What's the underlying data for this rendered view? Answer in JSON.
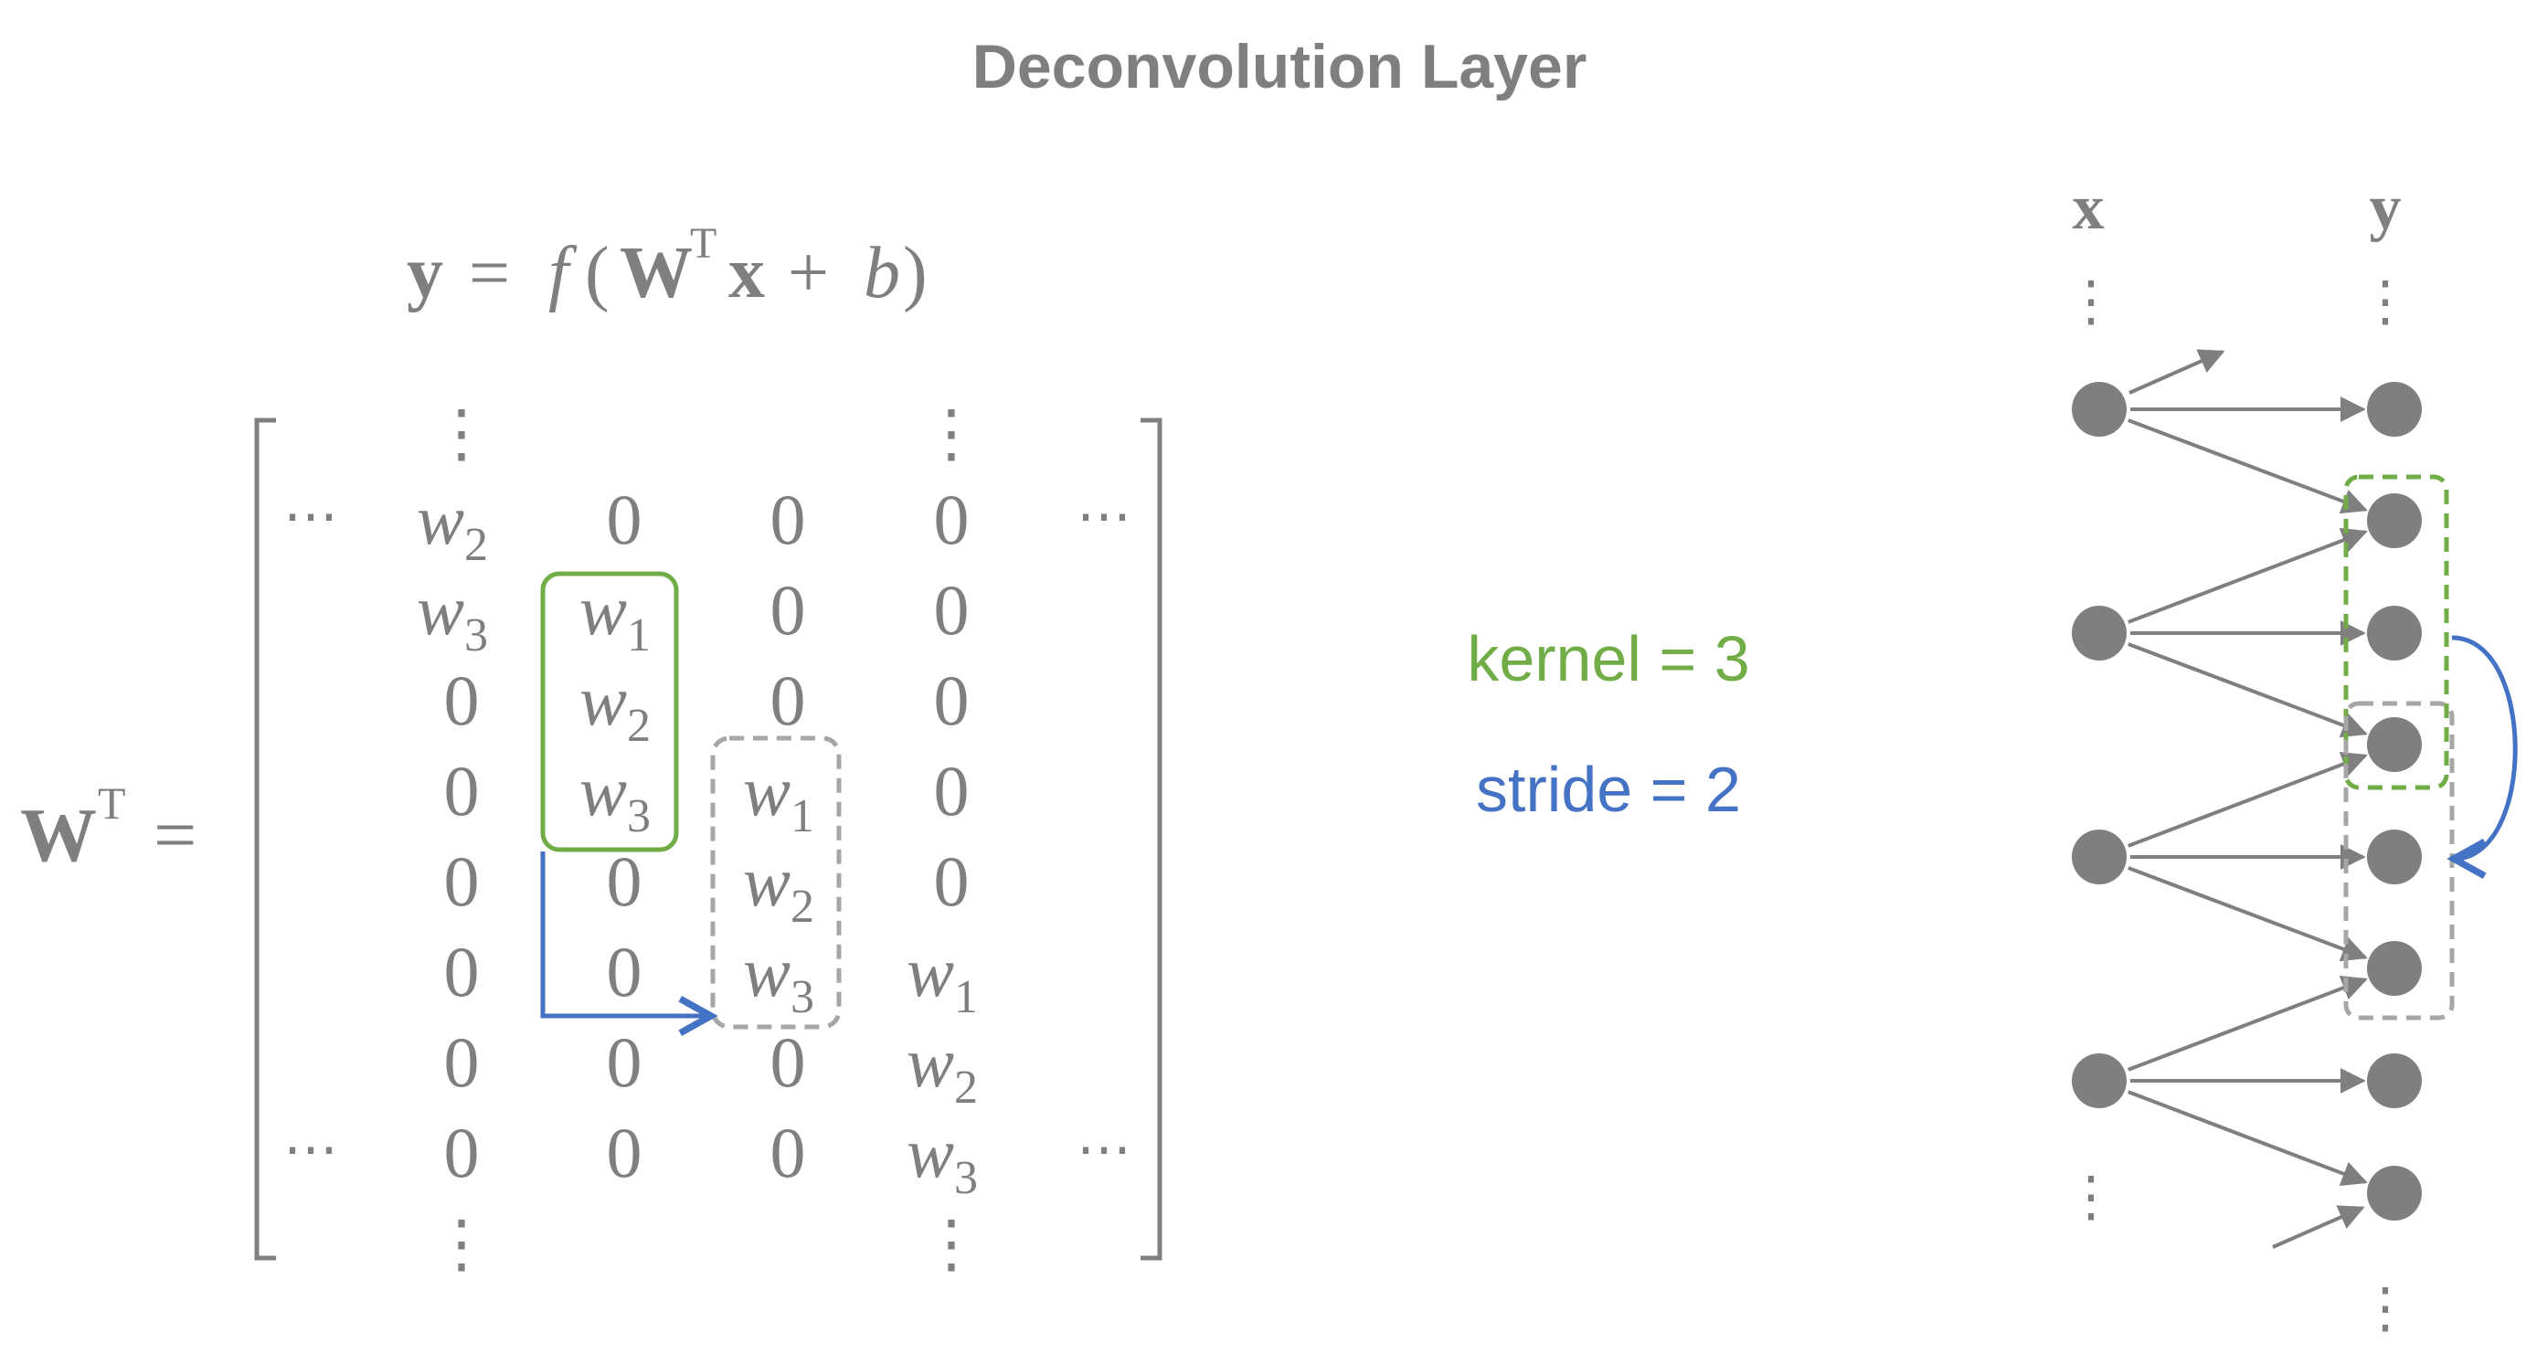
{
  "title": "Deconvolution Layer",
  "equation": {
    "y": "y",
    "eq": "=",
    "f": "f",
    "open": "(",
    "W": "W",
    "T": "T",
    "x": "x",
    "plus": "+",
    "b": "b",
    "close": ")"
  },
  "matrix_label": {
    "W": "W",
    "T": "T",
    "eq": "="
  },
  "matrix": {
    "vdots": "⋮",
    "hdots": "⋯",
    "rows": [
      [
        "w|2",
        "0",
        "0",
        "0"
      ],
      [
        "w|3",
        "w|1",
        "0",
        "0"
      ],
      [
        "0",
        "w|2",
        "0",
        "0"
      ],
      [
        "0",
        "w|3",
        "w|1",
        "0"
      ],
      [
        "0",
        "0",
        "w|2",
        "0"
      ],
      [
        "0",
        "0",
        "w|3",
        "w|1"
      ],
      [
        "0",
        "0",
        "0",
        "w|2"
      ],
      [
        "0",
        "0",
        "0",
        "w|3"
      ]
    ],
    "top_vdots_columns": [
      0,
      3
    ],
    "bottom_vdots_columns": [
      0,
      3
    ],
    "hdots_rows": [
      0,
      7
    ]
  },
  "legend": {
    "kernel": "kernel = 3",
    "stride": "stride = 2"
  },
  "network": {
    "x_label": "x",
    "y_label": "y",
    "vdots": "⋮"
  },
  "colors": {
    "gray": "#7f7f7f",
    "light_gray": "#a6a6a6",
    "green": "#70ad47",
    "blue": "#4472c4"
  }
}
